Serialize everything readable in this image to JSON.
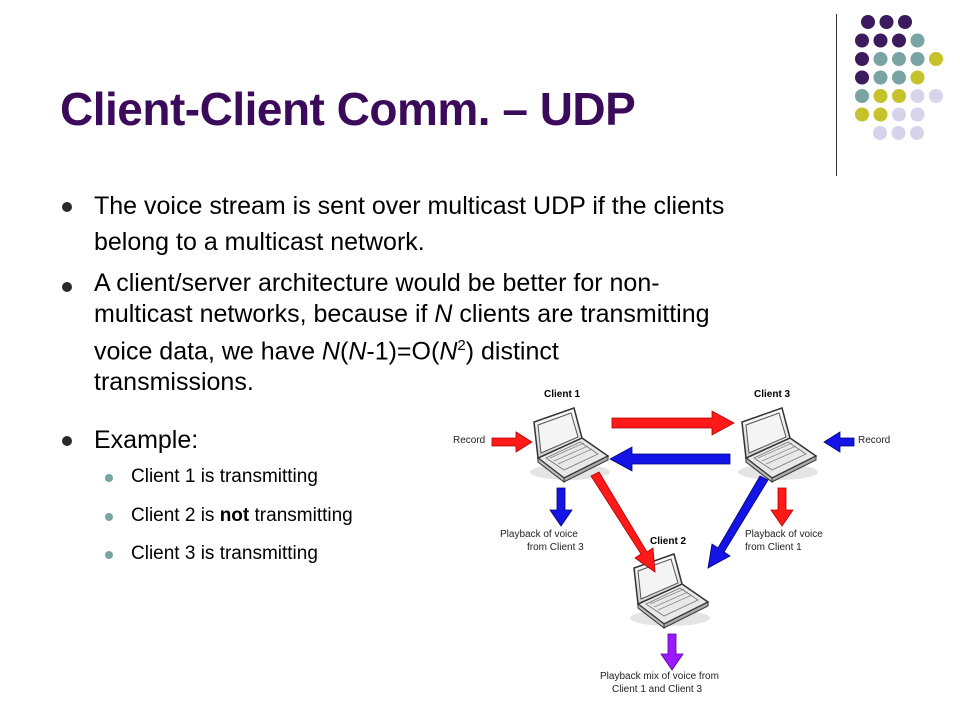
{
  "slide": {
    "title": "Client-Client Comm. – UDP",
    "bullets": [
      {
        "lines": [
          "The voice stream is sent over multicast UDP if the clients",
          "belong to a multicast network."
        ]
      },
      {
        "lines_parts": [
          [
            "A client/server architecture would be better for non-"
          ],
          [
            "multicast networks, because if ",
            {
              "i": "N"
            },
            " clients are transmitting"
          ],
          [
            "voice data, we have ",
            {
              "i": "N"
            },
            "(",
            {
              "i": "N"
            },
            "-1)=O(",
            {
              "i": "N"
            },
            {
              "sup": "2"
            },
            ") distinct"
          ],
          [
            "transmissions."
          ]
        ]
      },
      {
        "lines": [
          "Example:"
        ]
      }
    ],
    "sub_bullets": [
      {
        "pre": "Client 1 is transmitting",
        "bold": "",
        "post": ""
      },
      {
        "pre": "Client 2 is ",
        "bold": "not",
        "post": " transmitting"
      },
      {
        "pre": "Client 3 is transmitting",
        "bold": "",
        "post": ""
      }
    ]
  },
  "diagram": {
    "client1": "Client 1",
    "client2": "Client 2",
    "client3": "Client 3",
    "record_left": "Record",
    "record_right": "Record",
    "playback1": [
      "Playback of voice",
      "from Client 3"
    ],
    "playback3": [
      "Playback of voice",
      "from Client 1"
    ],
    "playback2": [
      "Playback mix of voice from",
      "Client 1 and Client 3"
    ]
  },
  "colors": {
    "title": "#3c0a5a",
    "dot_purple": "#3c1a5e",
    "dot_teal": "#7aa3a3",
    "dot_olive": "#c5c22a",
    "dot_lavender": "#d6d4ea",
    "arrow_red": "#ff1a1a",
    "arrow_blue": "#1414e6",
    "arrow_purple": "#9a1aff"
  }
}
